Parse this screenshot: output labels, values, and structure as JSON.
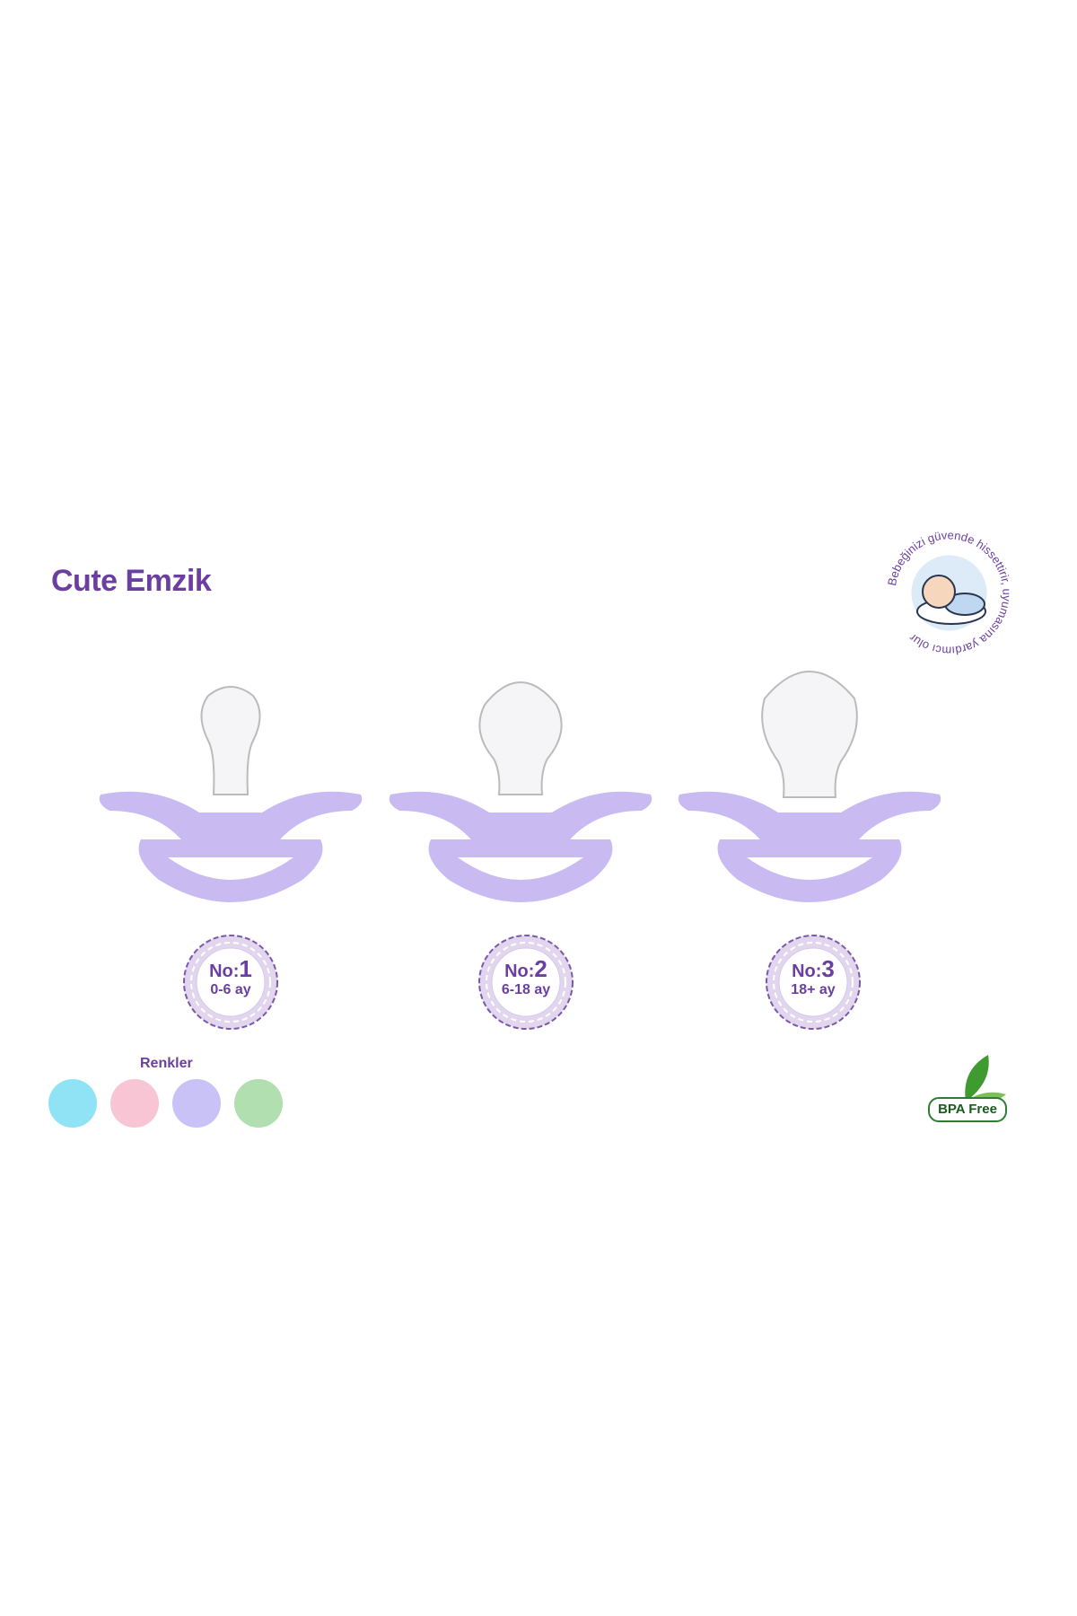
{
  "title": "Cute Emzik",
  "logo": {
    "ring_text": "Bebeğinizi güvende hissettirir, uyumasına yardımcı olur"
  },
  "sizes": [
    {
      "no_label": "No:",
      "no": "1",
      "age": "0-6 ay"
    },
    {
      "no_label": "No:",
      "no": "2",
      "age": "6-18 ay"
    },
    {
      "no_label": "No:",
      "no": "3",
      "age": "18+ ay"
    }
  ],
  "colors_label": "Renkler",
  "colors": [
    "#8fe3f5",
    "#f8c5d5",
    "#c8c2f7",
    "#b2dfb0"
  ],
  "badge_text": "BPA Free",
  "accent": "#6b3fa0"
}
